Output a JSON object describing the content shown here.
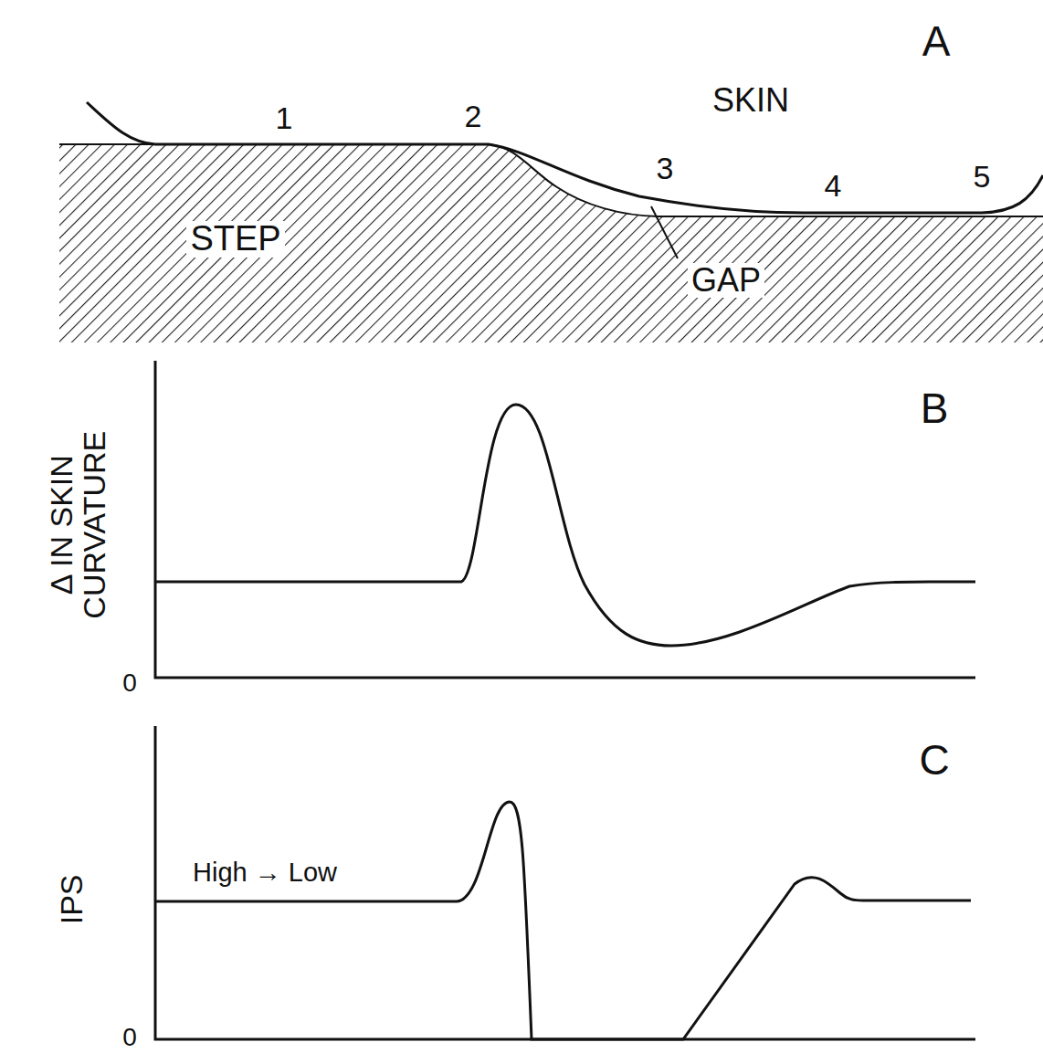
{
  "diagram": {
    "labels": [
      "A",
      "SKIN",
      "1",
      "2",
      "3",
      "4",
      "5",
      "STEP",
      "GAP",
      "B",
      "Δ IN SKIN CURVATURE",
      "0",
      "C",
      "IPS",
      "High → Low",
      "0"
    ]
  }
}
